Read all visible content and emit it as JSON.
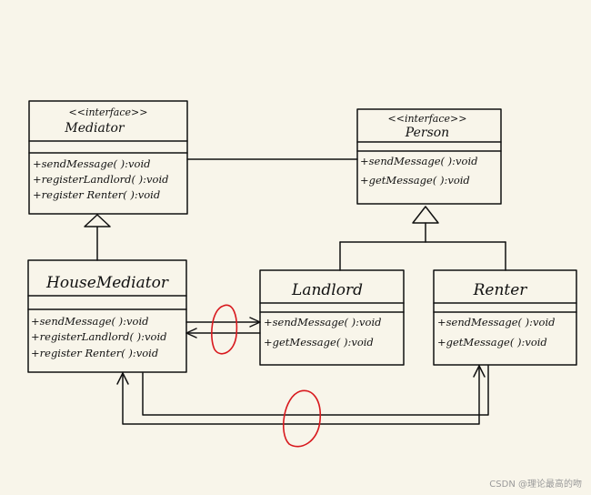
{
  "classes": {
    "mediator": {
      "stereotype": "<<interface>>",
      "name": "Mediator",
      "ops": [
        "+sendMessage( ):void",
        "+registerLandlord( ):void",
        "+register Renter( ):void"
      ]
    },
    "person": {
      "stereotype": "<<interface>>",
      "name": "Person",
      "ops": [
        "+sendMessage( ):void",
        "+getMessage( ):void"
      ]
    },
    "house_mediator": {
      "name": "HouseMediator",
      "ops": [
        "+sendMessage( ):void",
        "+registerLandlord( ):void",
        "+register Renter( ):void"
      ]
    },
    "landlord": {
      "name": "Landlord",
      "ops": [
        "+sendMessage( ):void",
        "+getMessage( ):void"
      ]
    },
    "renter": {
      "name": "Renter",
      "ops": [
        "+sendMessage( ):void",
        "+getMessage( ):void"
      ]
    }
  },
  "colors": {
    "ink": "#111111",
    "annotation": "#d8191e",
    "paper": "#f8f5ea"
  },
  "watermark": "CSDN @理论最高的吻"
}
